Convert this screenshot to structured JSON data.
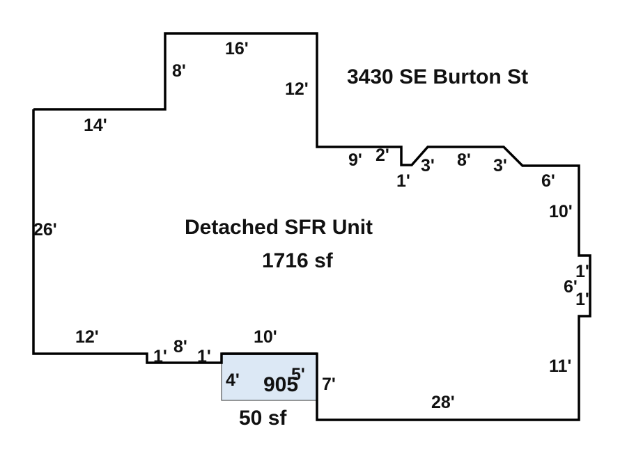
{
  "address": "3430 SE Burton St",
  "main_area": {
    "name": "Detached SFR Unit",
    "area": "1716 sf"
  },
  "addition": {
    "code": "905",
    "area": "50 sf",
    "fill_color": "#dce8f5"
  },
  "dimensions": {
    "top": "16'",
    "upper_left_vertical": "8'",
    "upper_right_vertical": "12'",
    "left_upper": "14'",
    "left": "26'",
    "step_9": "9'",
    "step_2": "2'",
    "step_1": "1'",
    "bay_3a": "3'",
    "bay_8": "8'",
    "bay_3b": "3'",
    "right_top": "6'",
    "right_10": "10'",
    "bump_1a": "1'",
    "bump_6": "6'",
    "bump_1b": "1'",
    "right_11": "11'",
    "bottom_28": "28'",
    "bottom_7": "7'",
    "bottom_left_12": "12'",
    "notch_1a": "1'",
    "notch_8": "8'",
    "notch_1b": "1'",
    "addition_10": "10'",
    "addition_4": "4'",
    "addition_5": "5'"
  }
}
